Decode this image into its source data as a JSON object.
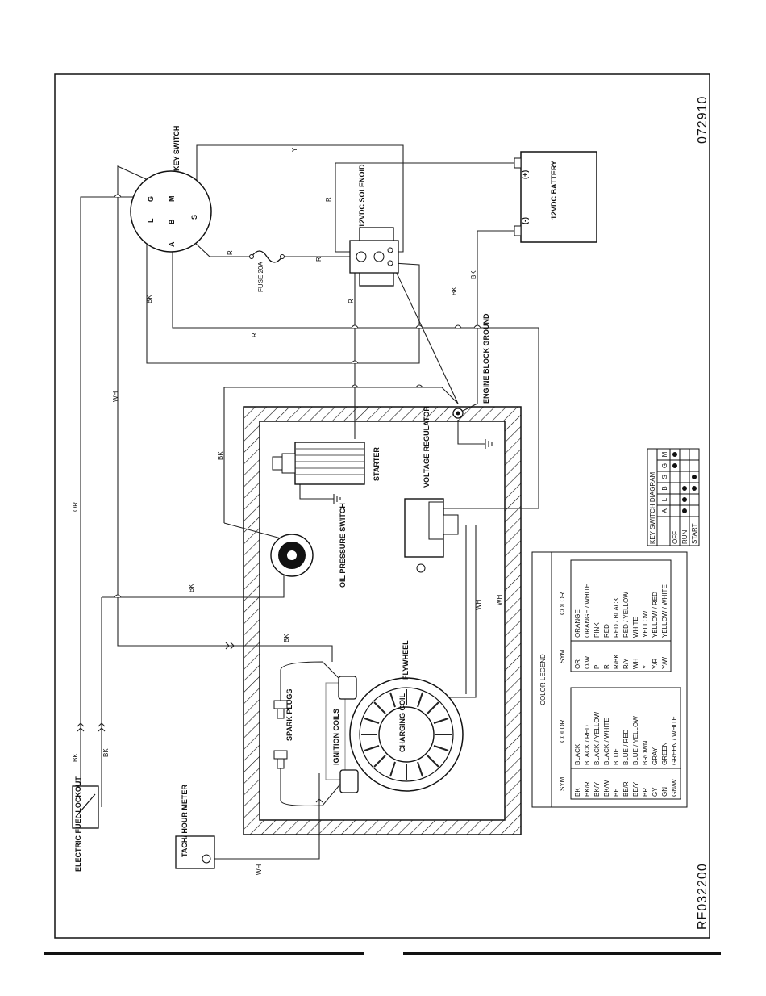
{
  "drawing_numbers": {
    "top": "072910",
    "bottom": "RF032200"
  },
  "components": {
    "key_switch": "KEY SWITCH",
    "key_terminals": {
      "g": "G",
      "l": "L",
      "m": "M",
      "a": "A",
      "b": "B",
      "s": "S"
    },
    "solenoid": "12VDC SOLENOID",
    "battery": "12VDC BATTERY",
    "battery_pos": "(+)",
    "battery_neg": "(-)",
    "fuse": "FUSE 20A",
    "engine_block_ground": "ENGINE BLOCK GROUND",
    "starter": "STARTER",
    "voltage_regulator": "VOLTAGE REGULATOR",
    "oil_pressure_switch": "OIL PRESSURE SWITCH",
    "flywheel": "FLYWHEEL",
    "charging_coil": "CHARGING COIL",
    "ignition_coils": "IGNITION COILS",
    "spark_plugs": "SPARK PLUGS",
    "tach_hour_meter": "TACH/ HOUR METER",
    "electric_fuel_lockout": "ELECTRIC FUEL LOCKOUT"
  },
  "wire_labels": {
    "y": "Y",
    "r": "R",
    "bk": "BK",
    "wh": "WH",
    "or": "OR"
  },
  "key_switch_diagram": {
    "title": "KEY SWITCH DIAGRAM",
    "columns": [
      "A",
      "L",
      "B",
      "S",
      "G",
      "M"
    ],
    "rows": [
      {
        "name": "OFF",
        "dots": [
          false,
          false,
          false,
          false,
          true,
          true
        ]
      },
      {
        "name": "RUN",
        "dots": [
          true,
          true,
          true,
          false,
          false,
          false
        ]
      },
      {
        "name": "START",
        "dots": [
          false,
          false,
          true,
          true,
          false,
          false
        ]
      }
    ]
  },
  "color_legend": {
    "title": "COLOR LEGEND",
    "headers": {
      "sym": "SYM",
      "color": "COLOR"
    },
    "left": [
      [
        "BK",
        "BLACK"
      ],
      [
        "BK/R",
        "BLACK / RED"
      ],
      [
        "BK/Y",
        "BLACK / YELLOW"
      ],
      [
        "BK/W",
        "BLACK / WHITE"
      ],
      [
        "BE",
        "BLUE"
      ],
      [
        "BE/R",
        "BLUE / RED"
      ],
      [
        "BE/Y",
        "BLUE / YELLOW"
      ],
      [
        "BR",
        "BROWN"
      ],
      [
        "GY",
        "GRAY"
      ],
      [
        "GN",
        "GREEN"
      ],
      [
        "GN/W",
        "GREEN / WHITE"
      ]
    ],
    "right": [
      [
        "OR",
        "ORANGE"
      ],
      [
        "O/W",
        "ORANGE / WHITE"
      ],
      [
        "P",
        "PINK"
      ],
      [
        "R",
        "RED"
      ],
      [
        "R/BK",
        "RED / BLACK"
      ],
      [
        "R/Y",
        "RED / YELLOW"
      ],
      [
        "WH",
        "WHITE"
      ],
      [
        "Y",
        "YELLOW"
      ],
      [
        "Y/R",
        "YELLOW / RED"
      ],
      [
        "Y/W",
        "YELLOW / WHITE"
      ]
    ]
  }
}
